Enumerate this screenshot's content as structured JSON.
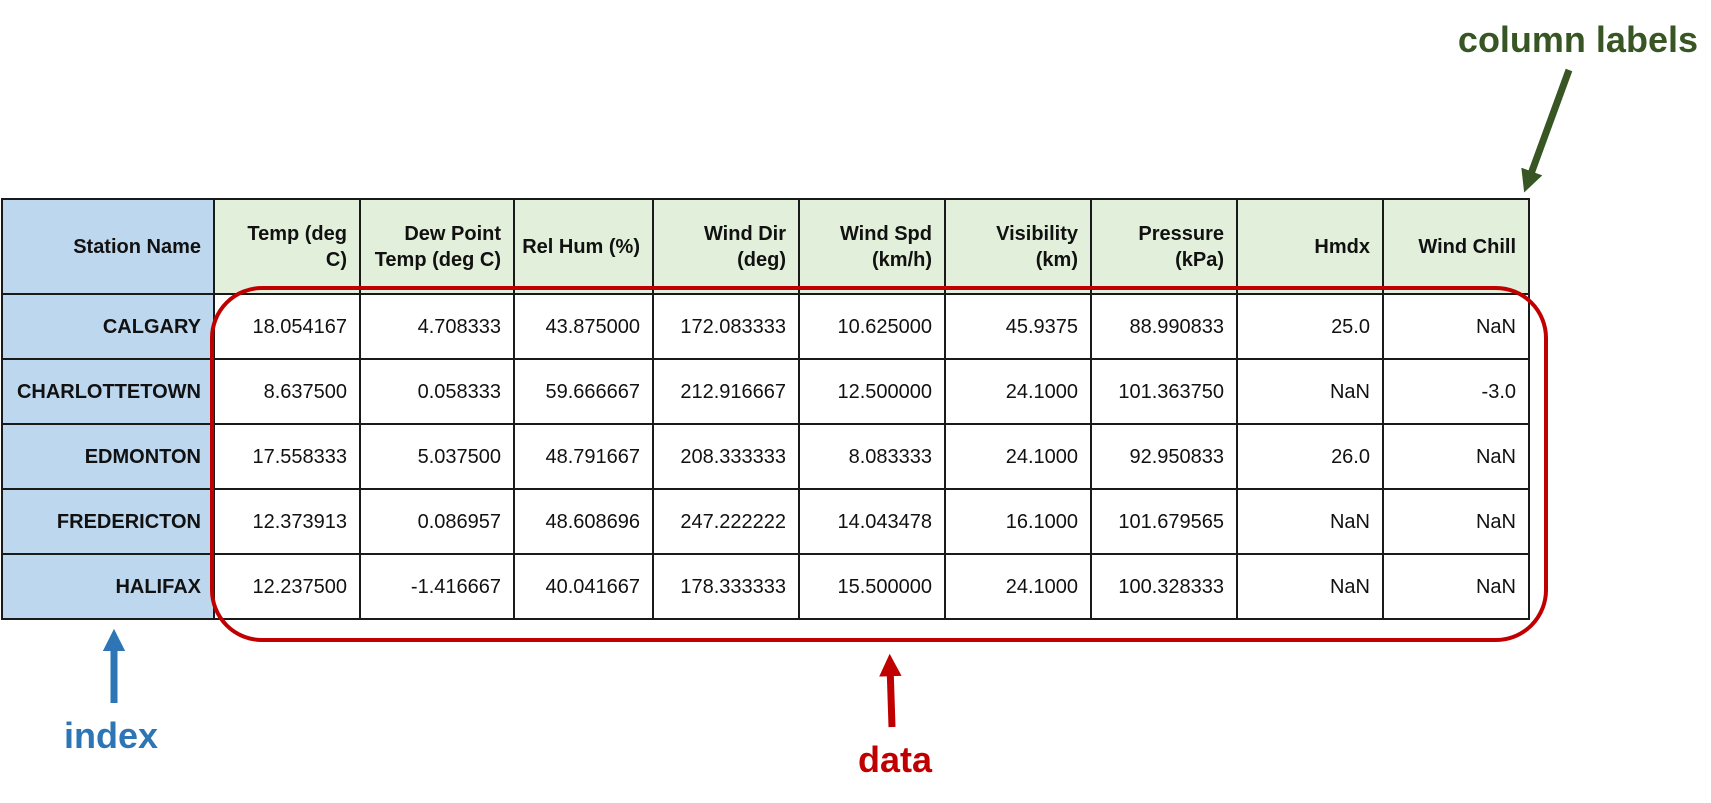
{
  "table": {
    "index_header": "Station Name",
    "columns": [
      "Temp (deg C)",
      "Dew Point Temp (deg C)",
      "Rel Hum (%)",
      "Wind Dir (deg)",
      "Wind Spd (km/h)",
      "Visibility (km)",
      "Pressure (kPa)",
      "Hmdx",
      "Wind Chill"
    ],
    "rows": [
      {
        "index": "CALGARY",
        "values": [
          "18.054167",
          "4.708333",
          "43.875000",
          "172.083333",
          "10.625000",
          "45.9375",
          "88.990833",
          "25.0",
          "NaN"
        ]
      },
      {
        "index": "CHARLOTTETOWN",
        "values": [
          "8.637500",
          "0.058333",
          "59.666667",
          "212.916667",
          "12.500000",
          "24.1000",
          "101.363750",
          "NaN",
          "-3.0"
        ]
      },
      {
        "index": "EDMONTON",
        "values": [
          "17.558333",
          "5.037500",
          "48.791667",
          "208.333333",
          "8.083333",
          "24.1000",
          "92.950833",
          "26.0",
          "NaN"
        ]
      },
      {
        "index": "FREDERICTON",
        "values": [
          "12.373913",
          "0.086957",
          "48.608696",
          "247.222222",
          "14.043478",
          "16.1000",
          "101.679565",
          "NaN",
          "NaN"
        ]
      },
      {
        "index": "HALIFAX",
        "values": [
          "12.237500",
          "-1.416667",
          "40.041667",
          "178.333333",
          "15.500000",
          "24.1000",
          "100.328333",
          "NaN",
          "NaN"
        ]
      }
    ]
  },
  "annotations": {
    "column_labels": {
      "text": "column labels",
      "color": "#375623"
    },
    "index": {
      "text": "index",
      "color": "#2e75b6"
    },
    "data": {
      "text": "data",
      "color": "#c00000"
    }
  },
  "colors": {
    "index_fill": "#bdd7ee",
    "column_label_fill": "#e2efda",
    "border": "#1a1a1a"
  }
}
